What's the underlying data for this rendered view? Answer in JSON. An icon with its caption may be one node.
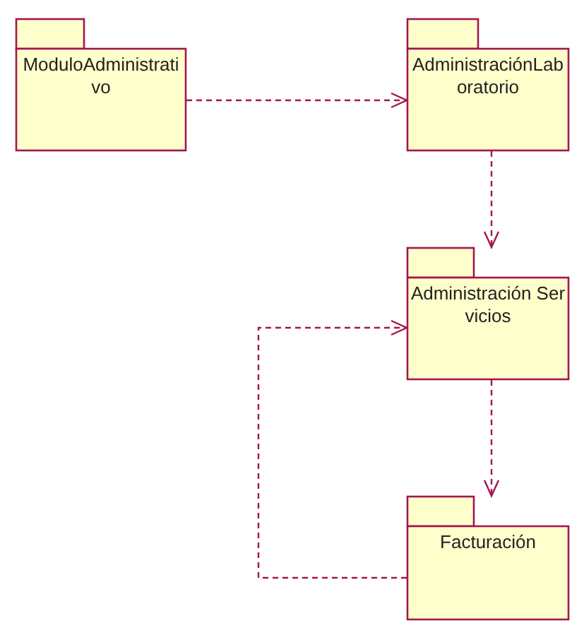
{
  "diagram": {
    "nodes": [
      {
        "text": [
          "ModuloAdministrativo"
        ]
      },
      {
        "text": [
          "AdministraciónLaboratorio"
        ]
      },
      {
        "text": [
          "Administración Servicios"
        ]
      },
      {
        "text": [
          "Facturación"
        ]
      }
    ],
    "edges": [
      {
        "from": 0,
        "to": 1,
        "arrow": "to",
        "style": "dashed"
      },
      {
        "from": 1,
        "to": 2,
        "arrow": "to",
        "style": "dashed"
      },
      {
        "from": 2,
        "to": 3,
        "arrow": "to",
        "style": "dashed"
      },
      {
        "from": 3,
        "to": 2,
        "arrow": "to",
        "style": "dashed"
      }
    ]
  }
}
